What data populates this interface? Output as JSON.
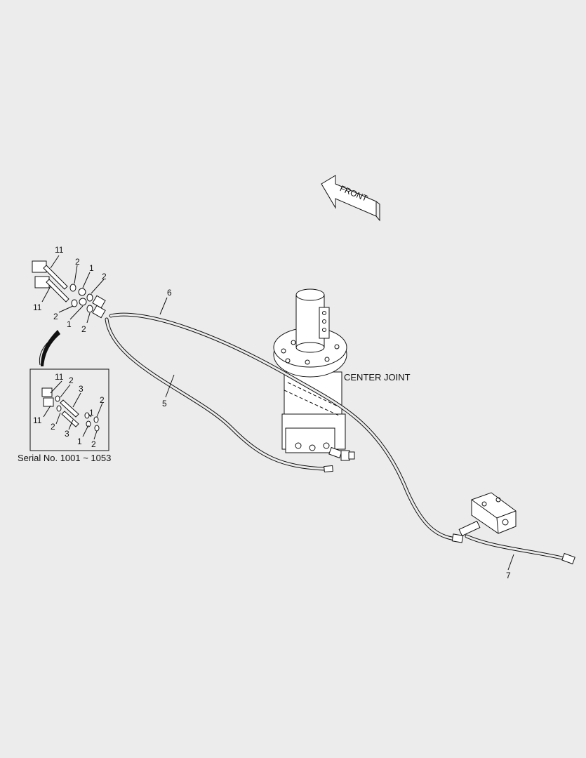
{
  "front_arrow": "FRONT",
  "center_joint_label": "CENTER JOINT",
  "serial_caption": "Serial No. 1001 ~ 1053",
  "callouts": {
    "c11a": "11",
    "c2a": "2",
    "c1a": "1",
    "c2b": "2",
    "c11b": "11",
    "c2c": "2",
    "c1b": "1",
    "c2d": "2",
    "c6": "6",
    "c5": "5",
    "c7": "7"
  },
  "inset_callouts": {
    "i11a": "11",
    "i2a": "2",
    "i3a": "3",
    "i1a": "1",
    "i2b": "2",
    "i11b": "11",
    "i2c": "2",
    "i3b": "3",
    "i1b": "1",
    "i2d": "2"
  }
}
